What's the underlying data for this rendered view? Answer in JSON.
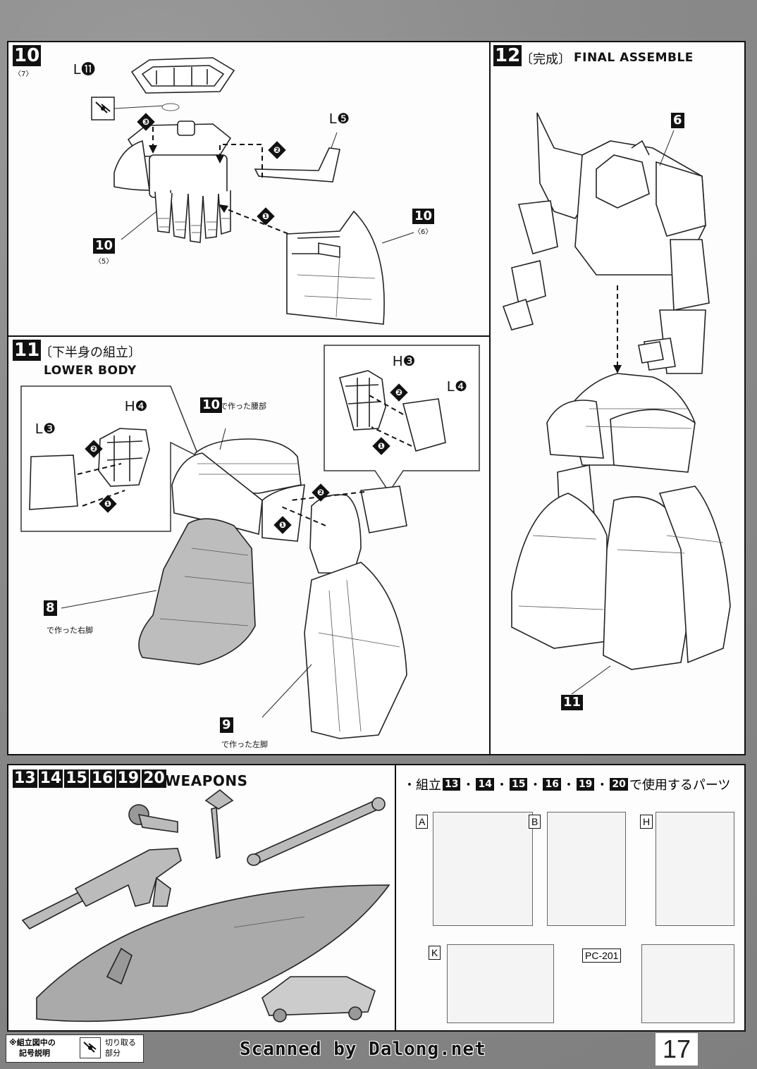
{
  "step10": {
    "num": "10",
    "sub": "〈7〉",
    "labels": {
      "l11": "L⓫",
      "l5": "L❺",
      "ref6": "10",
      "ref6_sub": "〈6〉",
      "ref5": "10",
      "ref5_sub": "〈5〉"
    },
    "order": [
      "❶",
      "❷",
      "❸"
    ]
  },
  "step11": {
    "num": "11",
    "title_jp": "〔下半身の組立〕",
    "title_en": "LOWER BODY",
    "ref10_num": "10",
    "ref10_text": "で作った腰部",
    "left_detail": {
      "l3": "L❸",
      "h4": "H❹"
    },
    "right_detail": {
      "h3": "H❸",
      "l4": "L❹"
    },
    "ref8_num": "8",
    "ref8_text": "で作った右脚",
    "ref9_num": "9",
    "ref9_text": "で作った左脚"
  },
  "step12": {
    "num": "12",
    "title_jp": "〔完成〕",
    "title_en": "FINAL ASSEMBLE",
    "ref6": "6",
    "ref11": "11"
  },
  "weapons": {
    "nums": [
      "13",
      "14",
      "15",
      "16",
      "19",
      "20"
    ],
    "title": "WEAPONS",
    "parts_heading_pre": "・組立",
    "parts_heading_nums": [
      "13",
      "14",
      "15",
      "16",
      "19",
      "20"
    ],
    "parts_heading_post": "で使用するパーツ",
    "runners": [
      "A",
      "B",
      "H",
      "K",
      "PC-201"
    ]
  },
  "footer": {
    "legend_title": "※組立図中の記号説明",
    "legend_line1": "※組立図中の",
    "legend_line2": "記号説明",
    "cut_line1": "切り取る",
    "cut_line2": "部分",
    "watermark": "Scanned by Dalong.net",
    "page_number": "17"
  }
}
